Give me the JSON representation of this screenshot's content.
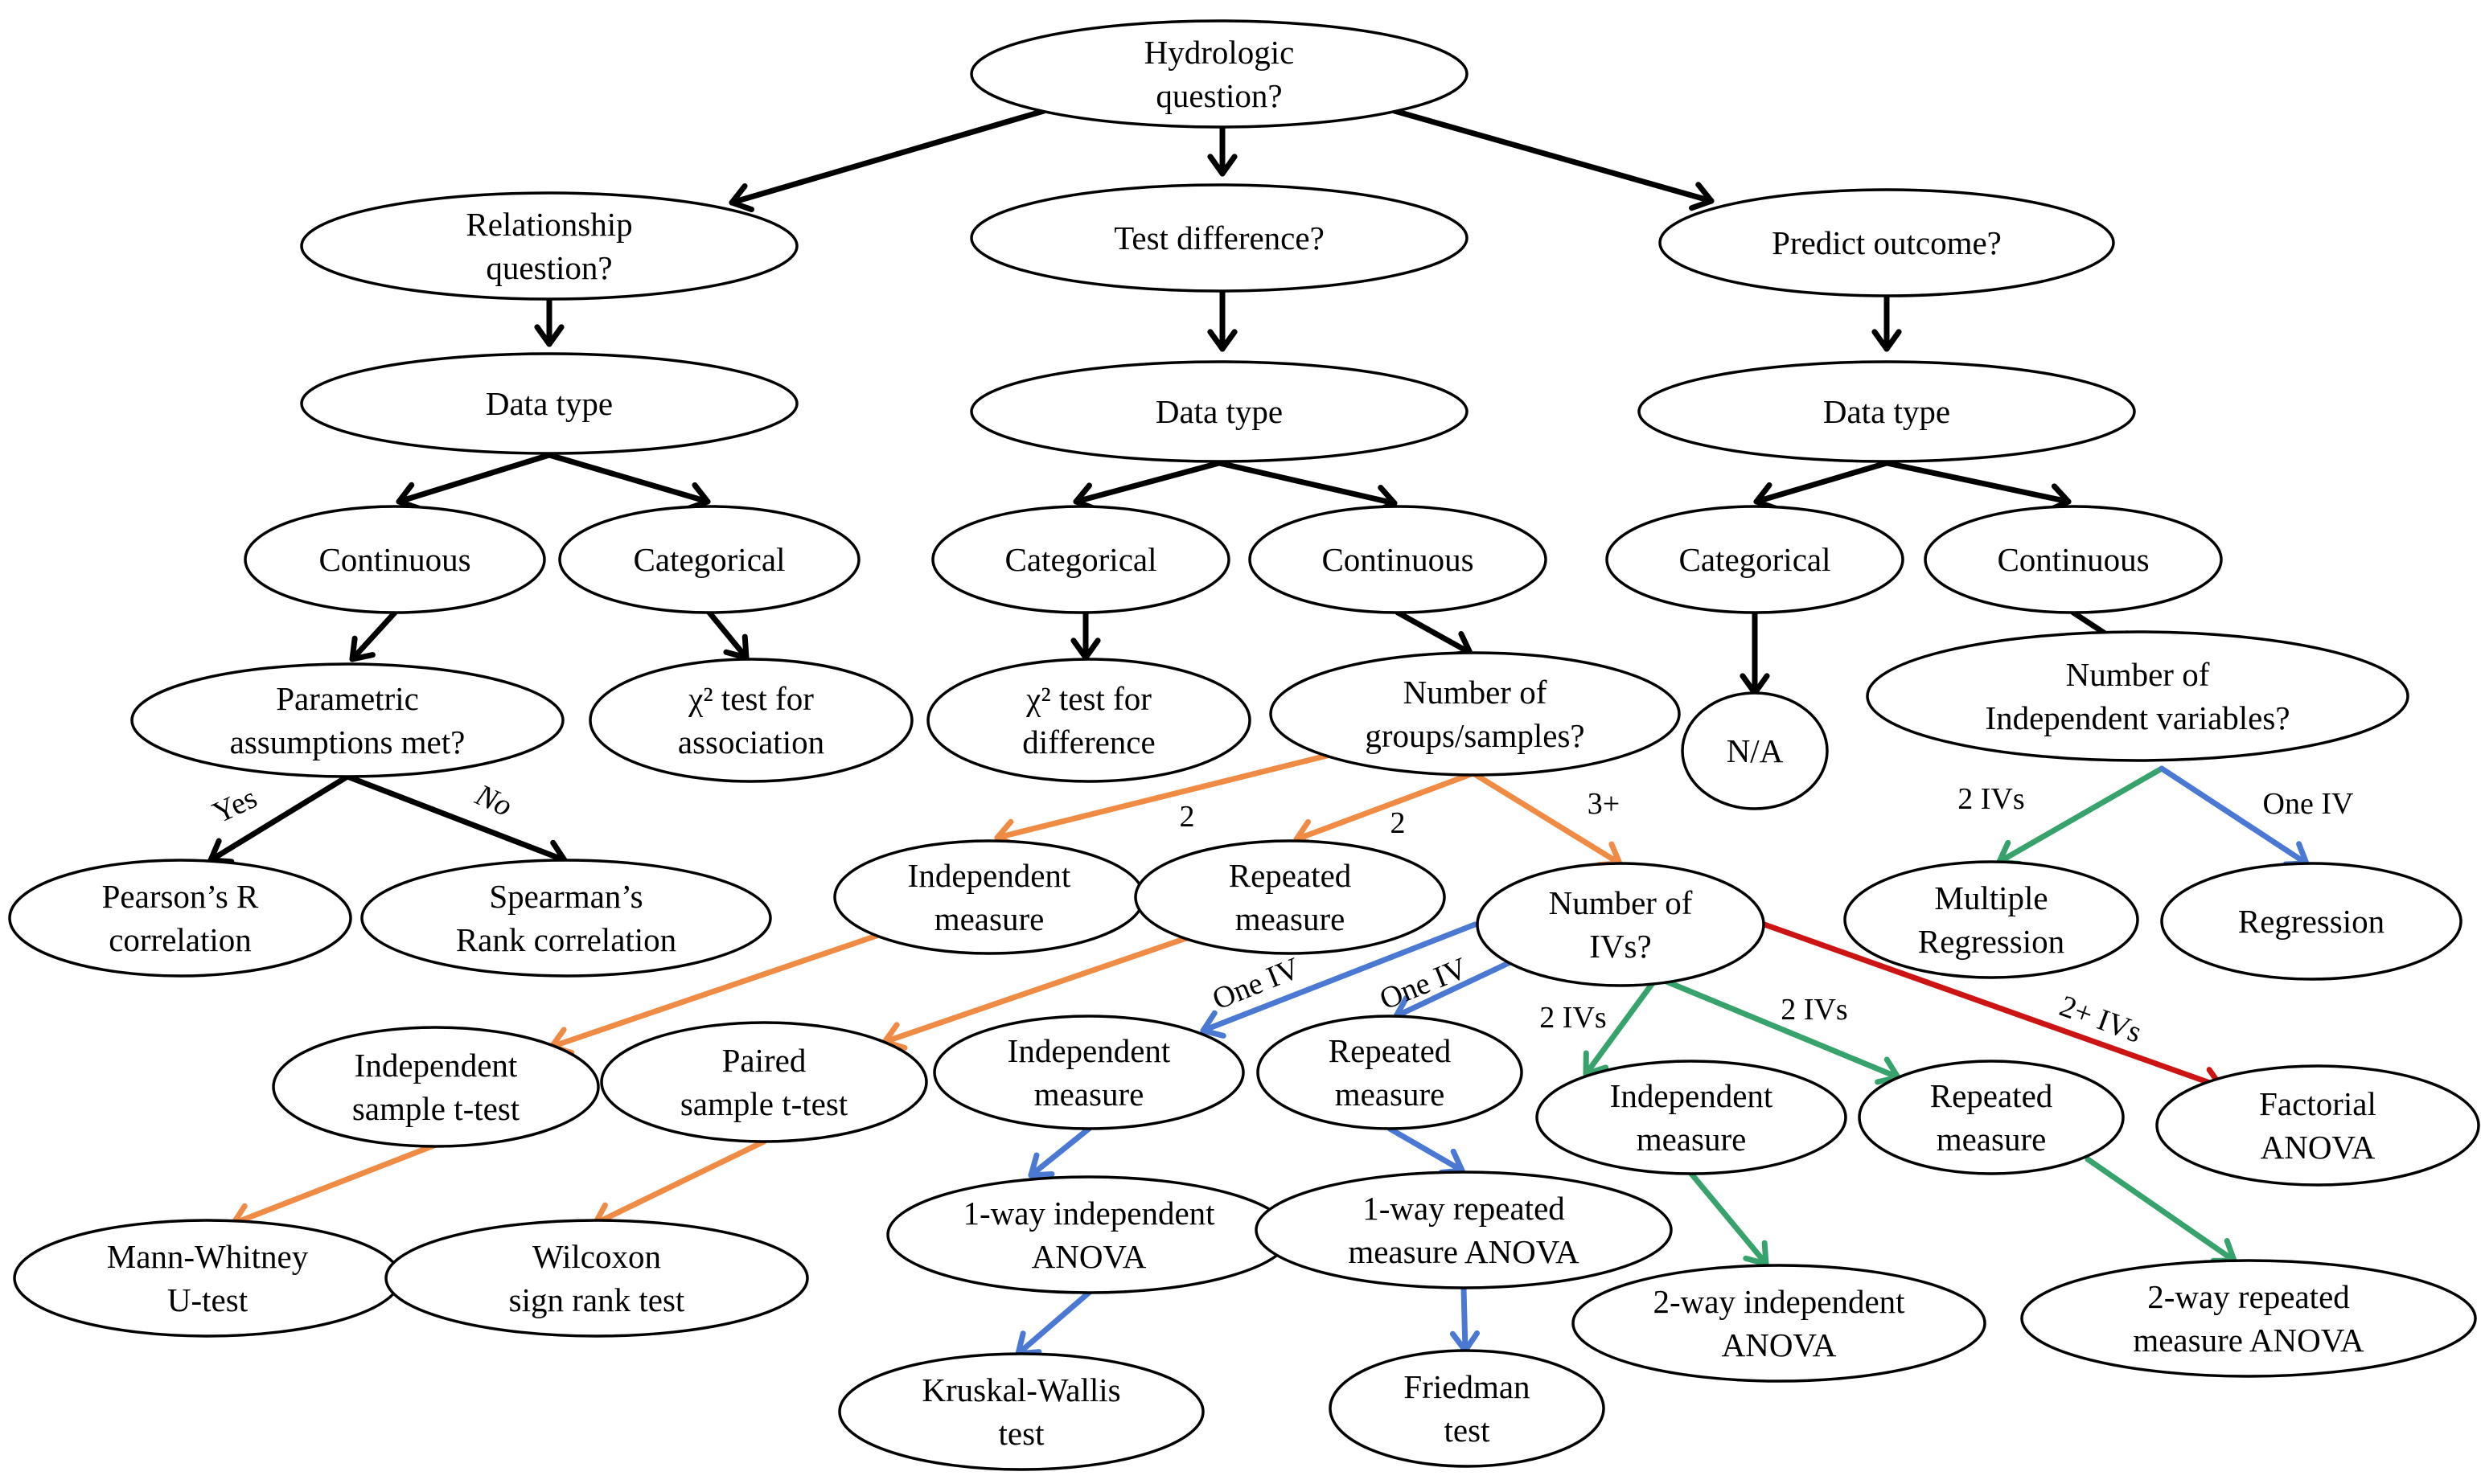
{
  "colors": {
    "black": "#000000",
    "orange": "#f08b45",
    "blue": "#4a78d3",
    "green": "#38a26c",
    "red": "#cc1414"
  },
  "nodes": {
    "root": [
      "Hydrologic",
      "question?"
    ],
    "relationship": [
      "Relationship",
      "question?"
    ],
    "test_difference": [
      "Test difference?"
    ],
    "predict": [
      "Predict outcome?"
    ],
    "dt_relationship": [
      "Data type"
    ],
    "dt_difference": [
      "Data type"
    ],
    "dt_predict": [
      "Data type"
    ],
    "rel_continuous": [
      "Continuous"
    ],
    "rel_categorical": [
      "Categorical"
    ],
    "diff_categorical": [
      "Categorical"
    ],
    "diff_continuous": [
      "Continuous"
    ],
    "pred_categorical": [
      "Categorical"
    ],
    "pred_continuous": [
      "Continuous"
    ],
    "parametric": [
      "Parametric",
      "assumptions met?"
    ],
    "chi_association": [
      "χ² test for",
      "association"
    ],
    "chi_difference": [
      "χ² test for",
      "difference"
    ],
    "num_groups": [
      "Number of",
      "groups/samples?"
    ],
    "na": [
      "N/A"
    ],
    "num_iv_predict": [
      "Number of",
      "Independent variables?"
    ],
    "pearson": [
      "Pearson’s R",
      "correlation"
    ],
    "spearman": [
      "Spearman’s",
      "Rank correlation"
    ],
    "indep_measure_2": [
      "Independent",
      "measure"
    ],
    "repeated_measure_2": [
      "Repeated",
      "measure"
    ],
    "num_ivs": [
      "Number of",
      "IVs?"
    ],
    "multiple_regression": [
      "Multiple",
      "Regression"
    ],
    "regression": [
      "Regression"
    ],
    "indep_t": [
      "Independent",
      "sample t-test"
    ],
    "paired_t": [
      "Paired",
      "sample t-test"
    ],
    "indep_measure_1iv": [
      "Independent",
      "measure"
    ],
    "repeated_measure_1iv": [
      "Repeated",
      "measure"
    ],
    "indep_measure_2iv": [
      "Independent",
      "measure"
    ],
    "repeated_measure_2iv": [
      "Repeated",
      "measure"
    ],
    "factorial": [
      "Factorial",
      "ANOVA"
    ],
    "mann_whitney": [
      "Mann-Whitney",
      "U-test"
    ],
    "wilcoxon": [
      "Wilcoxon",
      "sign rank test"
    ],
    "oneway_indep": [
      "1-way independent",
      "ANOVA"
    ],
    "oneway_repeated": [
      "1-way repeated",
      "measure ANOVA"
    ],
    "twoway_indep": [
      "2-way independent",
      "ANOVA"
    ],
    "twoway_repeated": [
      "2-way repeated",
      "measure ANOVA"
    ],
    "kruskal": [
      "Kruskal-Wallis",
      "test"
    ],
    "friedman": [
      "Friedman",
      "test"
    ]
  },
  "edge_labels": {
    "yes": "Yes",
    "no": "No",
    "groups_two_a": "2",
    "groups_two_b": "2",
    "groups_three_plus": "3+",
    "two_ivs_predict": "2 IVs",
    "one_iv_predict": "One IV",
    "one_iv_a": "One IV",
    "one_iv_b": "One IV",
    "two_ivs_a": "2 IVs",
    "two_ivs_b": "2 IVs",
    "two_plus_ivs": "2+ IVs"
  }
}
